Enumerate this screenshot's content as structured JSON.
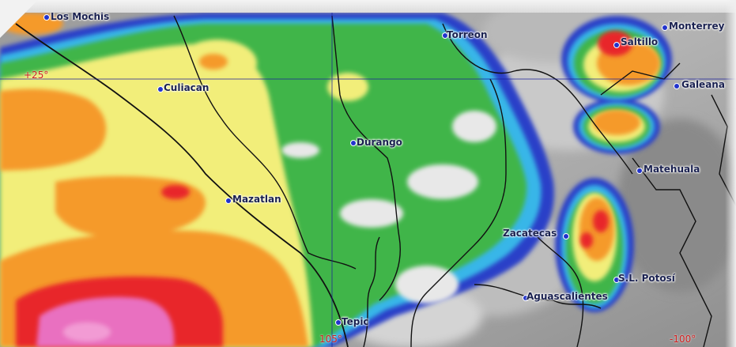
{
  "cities": [
    {
      "id": "los-mochis",
      "name": "Los Mochis"
    },
    {
      "id": "torreon",
      "name": "Torreon"
    },
    {
      "id": "saltillo",
      "name": "Saltillo"
    },
    {
      "id": "monterrey",
      "name": "Monterrey"
    },
    {
      "id": "culiacan",
      "name": "Culiacan"
    },
    {
      "id": "galeana",
      "name": "Galeana"
    },
    {
      "id": "durango",
      "name": "Durango"
    },
    {
      "id": "matehuala",
      "name": "Matehuala"
    },
    {
      "id": "mazatlan",
      "name": "Mazatlan"
    },
    {
      "id": "zacatecas",
      "name": "Zacatecas"
    },
    {
      "id": "sl-potosi",
      "name": "S.L. Potosí"
    },
    {
      "id": "aguascalientes",
      "name": "Aguascalientes"
    },
    {
      "id": "tepic",
      "name": "Tepic"
    }
  ],
  "coordinates": [
    {
      "id": "lat-25",
      "text": "+25°"
    },
    {
      "id": "lon-105",
      "text": "105°"
    },
    {
      "id": "lon-100",
      "text": "-100°"
    }
  ],
  "colors": {
    "cloud_gray": "#a8a8a8",
    "green": "#3fb54a",
    "yellow": "#f2ee7a",
    "orange": "#f59a2a",
    "red": "#e8282a",
    "magenta": "#e96fc0",
    "blue": "#2a3fc8",
    "border": "#111111"
  }
}
